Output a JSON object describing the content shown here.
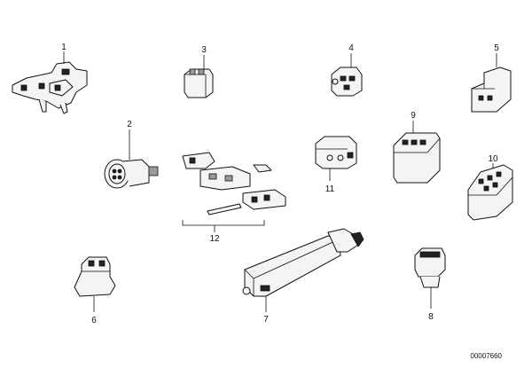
{
  "callouts": {
    "c1": "1",
    "c2": "2",
    "c3": "3",
    "c4": "4",
    "c5": "5",
    "c6": "6",
    "c7": "7",
    "c8": "8",
    "c9": "9",
    "c10": "10",
    "c11": "11",
    "c12": "12"
  },
  "reference_number": "00007660"
}
